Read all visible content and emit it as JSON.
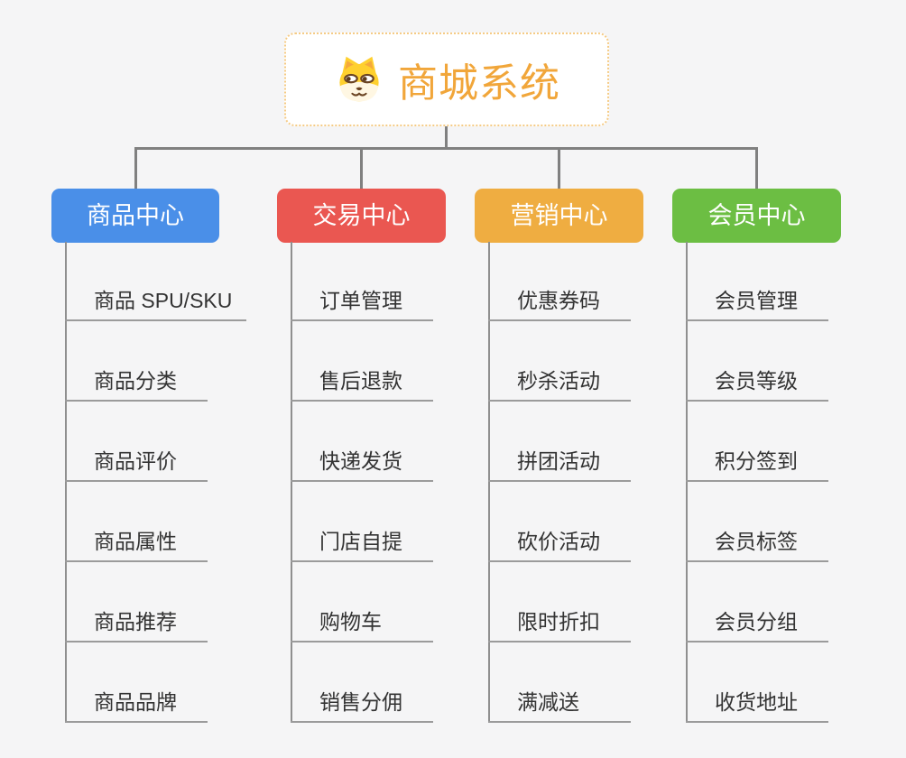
{
  "root": {
    "title": "商城系统",
    "icon": "dog-face-icon"
  },
  "branches": [
    {
      "label": "商品中心",
      "color": "#4A8FE8",
      "children": [
        "商品 SPU/SKU",
        "商品分类",
        "商品评价",
        "商品属性",
        "商品推荐",
        "商品品牌"
      ]
    },
    {
      "label": "交易中心",
      "color": "#EA5751",
      "children": [
        "订单管理",
        "售后退款",
        "快递发货",
        "门店自提",
        "购物车",
        "销售分佣"
      ]
    },
    {
      "label": "营销中心",
      "color": "#EFAD41",
      "children": [
        "优惠券码",
        "秒杀活动",
        "拼团活动",
        "砍价活动",
        "限时折扣",
        "满减送"
      ]
    },
    {
      "label": "会员中心",
      "color": "#6CBE43",
      "children": [
        "会员管理",
        "会员等级",
        "积分签到",
        "会员标签",
        "会员分组",
        "收货地址"
      ]
    }
  ],
  "colors": {
    "canvas_bg": "#F5F5F6",
    "root_text": "#F1A63A",
    "root_border": "#F5CB85",
    "connector": "#808080",
    "leaf_line": "#9B9B9B",
    "leaf_text": "#333333"
  }
}
